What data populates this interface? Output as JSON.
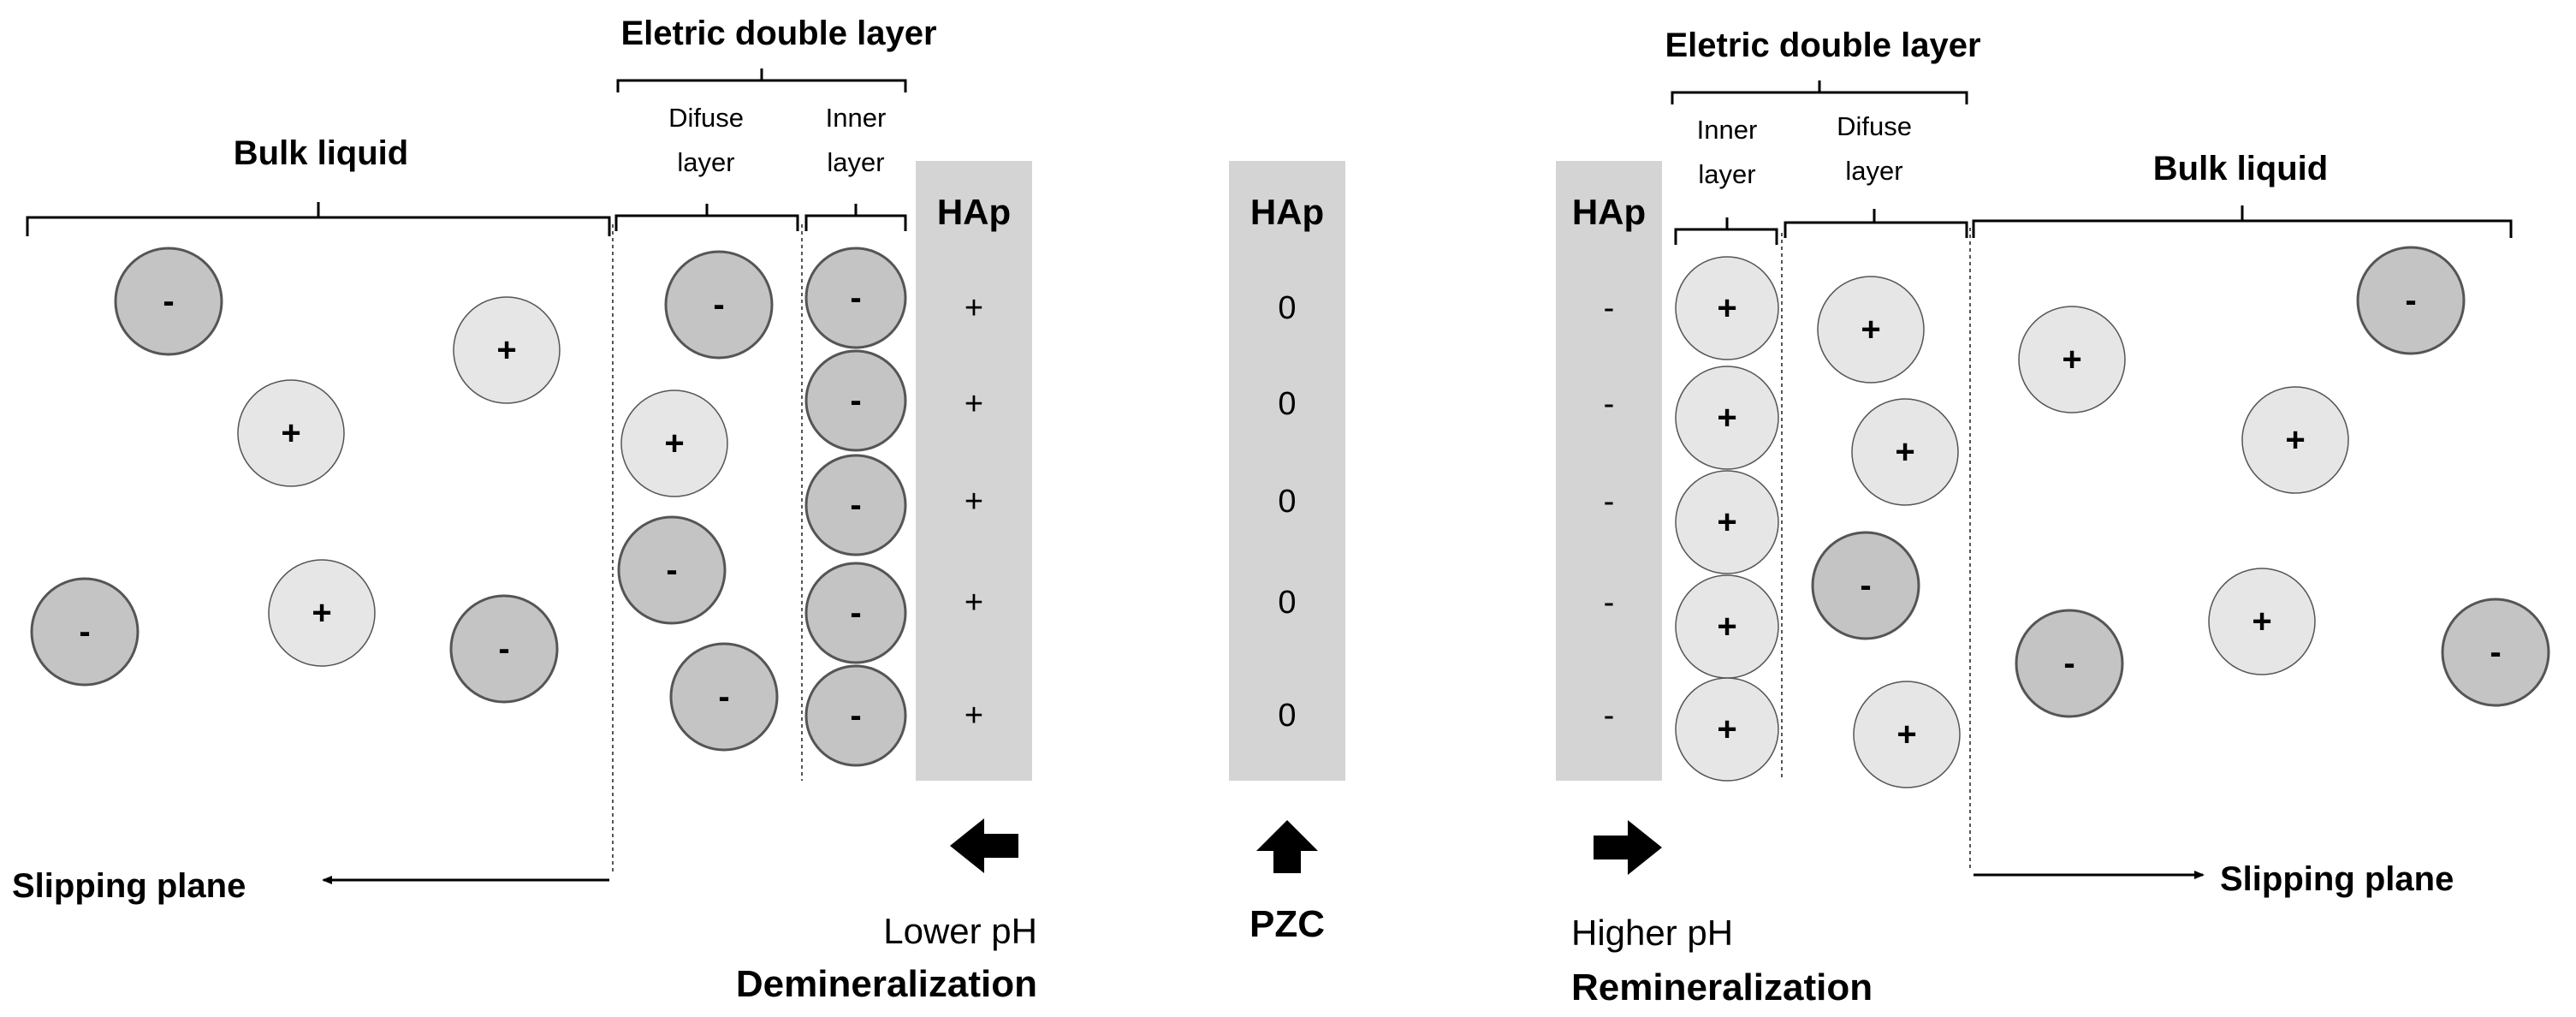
{
  "colors": {
    "negative_ion": "#c4c4c4",
    "positive_ion": "#e6e6e6",
    "hap_bar": "#d4d4d4",
    "stroke": "#555555"
  },
  "left": {
    "bulk_label": "Bulk liquid",
    "edl_label": "Eletric double layer",
    "diffuse_label": [
      "Difuse",
      "layer"
    ],
    "inner_label": [
      "Inner",
      "layer"
    ],
    "hap_label": "HAp",
    "hap_values": [
      "+",
      "+",
      "+",
      "+",
      "+"
    ],
    "slipping_plane": "Slipping plane",
    "ph_label": "Lower pH",
    "process_label": "Demineralization",
    "arrow": "left-arrow-icon"
  },
  "center": {
    "hap_label": "HAp",
    "hap_values": [
      "0",
      "0",
      "0",
      "0",
      "0"
    ],
    "process_label": "PZC",
    "arrow": "up-arrow-icon"
  },
  "right": {
    "bulk_label": "Bulk liquid",
    "edl_label": "Eletric double layer",
    "inner_label": [
      "Inner",
      "layer"
    ],
    "diffuse_label": [
      "Difuse",
      "layer"
    ],
    "hap_label": "HAp",
    "hap_values": [
      "-",
      "-",
      "-",
      "-",
      "-"
    ],
    "slipping_plane": "Slipping plane",
    "ph_label": "Higher pH",
    "process_label": "Remineralization",
    "arrow": "right-arrow-icon"
  },
  "ions": {
    "left_bulk": [
      "-",
      "+",
      "+",
      "-",
      "+",
      "-"
    ],
    "left_diffuse": [
      "-",
      "+",
      "-",
      "-"
    ],
    "left_inner": [
      "-",
      "-",
      "-",
      "-",
      "-"
    ],
    "right_inner": [
      "+",
      "+",
      "+",
      "+",
      "+"
    ],
    "right_diffuse": [
      "+",
      "+",
      "-",
      "+"
    ],
    "right_bulk": [
      "+",
      "-",
      "+",
      "+",
      "-",
      "-"
    ]
  }
}
